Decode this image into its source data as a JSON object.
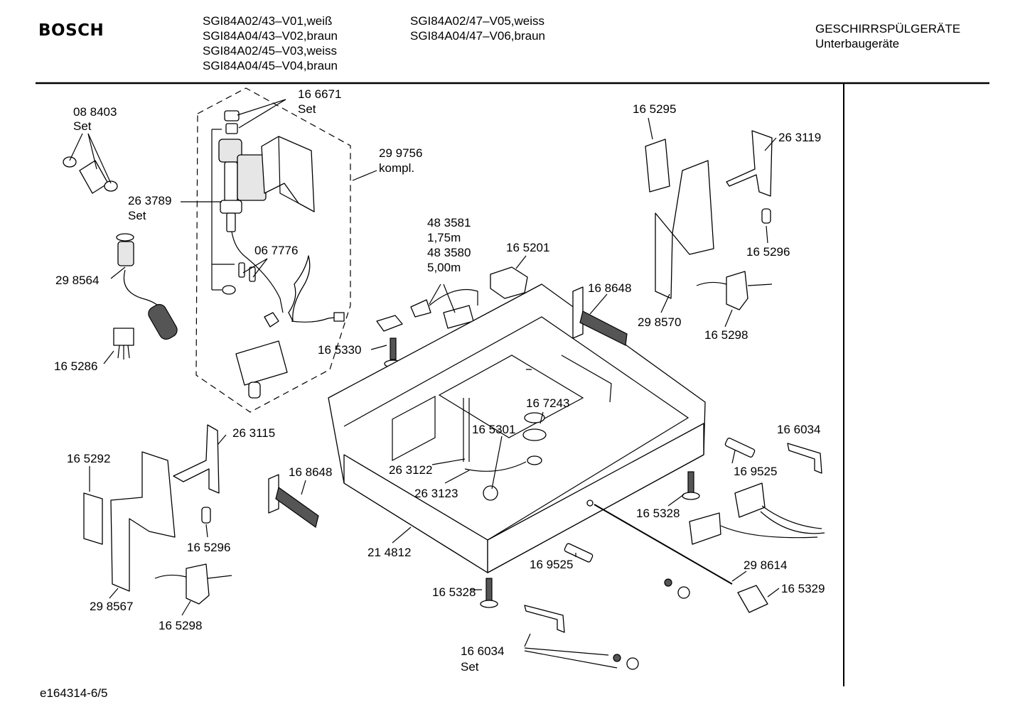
{
  "header": {
    "brand": "BOSCH",
    "models_col1": [
      "SGI84A02/43–V01,weiß",
      "SGI84A04/43–V02,braun",
      "SGI84A02/45–V03,weiss",
      "SGI84A04/45–V04,braun"
    ],
    "models_col2": [
      "SGI84A02/47–V05,weiss",
      "SGI84A04/47–V06,braun"
    ],
    "category_line1": "GESCHIRRSPÜLGERÄTE",
    "category_line2": "Unterbaugeräte"
  },
  "parts": [
    {
      "key": "p088403",
      "number": "08 8403",
      "note": "Set"
    },
    {
      "key": "p166671",
      "number": "16 6671",
      "note": "Set"
    },
    {
      "key": "p299756",
      "number": "29 9756",
      "note": "kompl."
    },
    {
      "key": "p263789",
      "number": "26 3789",
      "note": "Set"
    },
    {
      "key": "p298564",
      "number": "29 8564"
    },
    {
      "key": "p067776",
      "number": "06 7776"
    },
    {
      "key": "p165286",
      "number": "16 5286"
    },
    {
      "key": "p483581",
      "number": "48 3581",
      "note": "1,75m"
    },
    {
      "key": "p483580",
      "number": "48 3580",
      "note": "5,00m"
    },
    {
      "key": "p165201",
      "number": "16 5201"
    },
    {
      "key": "p165330",
      "number": "16 5330"
    },
    {
      "key": "p165295",
      "number": "16 5295"
    },
    {
      "key": "p263119",
      "number": "26 3119"
    },
    {
      "key": "p165296a",
      "number": "16 5296"
    },
    {
      "key": "p168648a",
      "number": "16 8648"
    },
    {
      "key": "p298570",
      "number": "29 8570"
    },
    {
      "key": "p165298a",
      "number": "16 5298"
    },
    {
      "key": "p167243",
      "number": "16 7243"
    },
    {
      "key": "p165301",
      "number": "16 5301"
    },
    {
      "key": "p263115",
      "number": "26 3115"
    },
    {
      "key": "p165292",
      "number": "16 5292"
    },
    {
      "key": "p168648b",
      "number": "16 8648"
    },
    {
      "key": "p263122",
      "number": "26 3122"
    },
    {
      "key": "p263123",
      "number": "26 3123"
    },
    {
      "key": "p166034a",
      "number": "16 6034"
    },
    {
      "key": "p169525a",
      "number": "16 9525"
    },
    {
      "key": "p165328a",
      "number": "16 5328"
    },
    {
      "key": "p165296b",
      "number": "16 5296"
    },
    {
      "key": "p214812",
      "number": "21 4812"
    },
    {
      "key": "p169525b",
      "number": "16 9525"
    },
    {
      "key": "p298614",
      "number": "29 8614"
    },
    {
      "key": "p298567",
      "number": "29 8567"
    },
    {
      "key": "p165328b",
      "number": "16 5328"
    },
    {
      "key": "p165329",
      "number": "16 5329"
    },
    {
      "key": "p165298b",
      "number": "16 5298"
    },
    {
      "key": "p166034b",
      "number": "16 6034",
      "note": "Set"
    }
  ],
  "footer": {
    "drawing_id": "e164314-6/5"
  }
}
